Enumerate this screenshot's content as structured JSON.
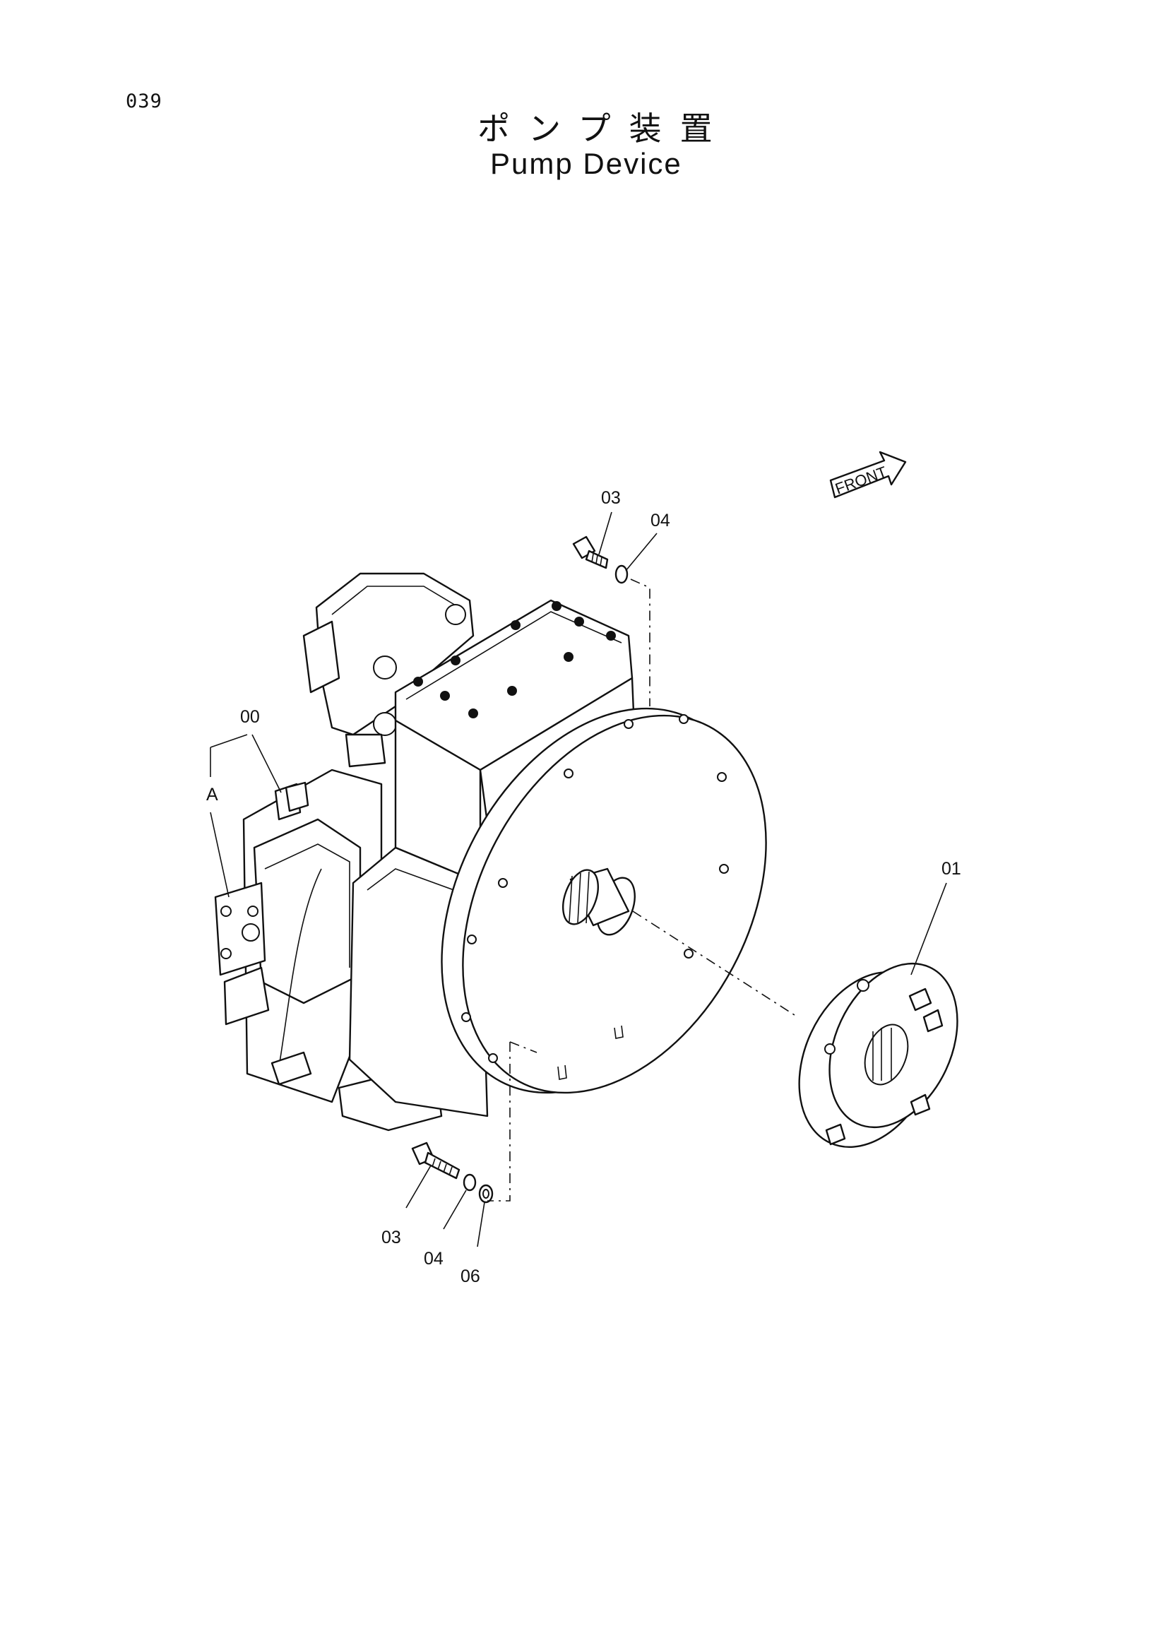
{
  "page": {
    "number": "039"
  },
  "title": {
    "japanese": "ポンプ装置",
    "english": "Pump Device"
  },
  "front_arrow": {
    "label": "FRONT"
  },
  "callouts": {
    "c00": "00",
    "cA": "A",
    "c01": "01",
    "c03_top": "03",
    "c04_top": "04",
    "c03_bottom": "03",
    "c04_bottom": "04",
    "c06_bottom": "06"
  }
}
